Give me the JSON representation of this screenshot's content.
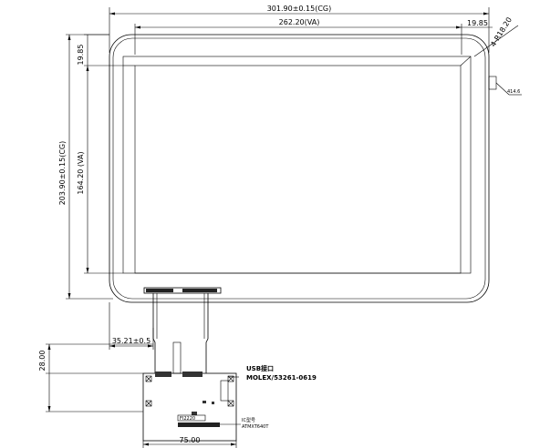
{
  "dimensions": {
    "cg_width": "301.90±0.15(CG)",
    "va_width": "262.20(VA)",
    "right_border": "19.85",
    "corner_radius": "4-R18.20",
    "side_label": "414.6",
    "top_border": "19.85",
    "va_height": "164.20 (VA)",
    "cg_height": "203.90±0.15(CG)",
    "fpc_offset": "35.21±0.5",
    "fpc_length": "28.00",
    "pcb_width": "75.00"
  },
  "pcb": {
    "usb_label": "USB接口",
    "connector_label": "MOLEX/53261-0619",
    "chip_label": "FI2220",
    "ic_label": "IC型号",
    "ic_part": "ATMXT640T"
  }
}
